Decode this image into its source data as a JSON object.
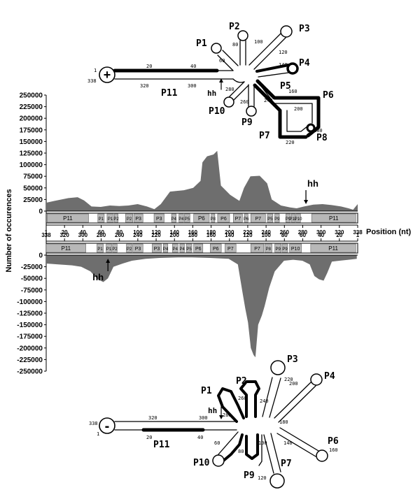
{
  "chart_data": {
    "type": "area",
    "ylabel": "Number of occurences",
    "xlabel": "Position (nt)",
    "ylim": [
      -250000,
      250000
    ],
    "yticks": [
      250000,
      225000,
      200000,
      175000,
      150000,
      125000,
      100000,
      75000,
      50000,
      25000,
      0,
      -25000,
      -50000,
      -75000,
      -100000,
      -125000,
      -150000,
      -175000,
      -200000,
      -225000,
      -250000
    ],
    "ytick_labels": [
      "250000",
      "225000",
      "200000",
      "175000",
      "150000",
      "125000",
      "100000",
      "75000",
      "50000",
      "25000",
      "0",
      "-25000",
      "-50000",
      "-75000",
      "-100000",
      "-125000",
      "-150000",
      "-175000",
      "-200000",
      "-225000",
      "-250000"
    ],
    "top_axis_ticks": [
      "1",
      "20",
      "40",
      "60",
      "80",
      "100",
      "120",
      "140",
      "160",
      "180",
      "200",
      "220",
      "240",
      "260",
      "280",
      "300",
      "320",
      "338"
    ],
    "bottom_axis_ticks": [
      "338",
      "320",
      "300",
      "280",
      "260",
      "240",
      "220",
      "200",
      "180",
      "160",
      "140",
      "120",
      "100",
      "80",
      "60",
      "40",
      "20",
      "1"
    ],
    "series": [
      {
        "values": [
          {
            "x": 1,
            "y": 18000
          },
          {
            "x": 10,
            "y": 22000
          },
          {
            "x": 25,
            "y": 28000
          },
          {
            "x": 35,
            "y": 30000
          },
          {
            "x": 42,
            "y": 23000
          },
          {
            "x": 50,
            "y": 10000
          },
          {
            "x": 60,
            "y": 9000
          },
          {
            "x": 70,
            "y": 12000
          },
          {
            "x": 80,
            "y": 11000
          },
          {
            "x": 90,
            "y": 12000
          },
          {
            "x": 100,
            "y": 15000
          },
          {
            "x": 110,
            "y": 10000
          },
          {
            "x": 118,
            "y": 4000
          },
          {
            "x": 125,
            "y": 15000
          },
          {
            "x": 135,
            "y": 42000
          },
          {
            "x": 150,
            "y": 45000
          },
          {
            "x": 160,
            "y": 50000
          },
          {
            "x": 168,
            "y": 65000
          },
          {
            "x": 170,
            "y": 105000
          },
          {
            "x": 175,
            "y": 118000
          },
          {
            "x": 182,
            "y": 122000
          },
          {
            "x": 186,
            "y": 130000
          },
          {
            "x": 190,
            "y": 55000
          },
          {
            "x": 200,
            "y": 35000
          },
          {
            "x": 210,
            "y": 22000
          },
          {
            "x": 215,
            "y": 50000
          },
          {
            "x": 222,
            "y": 75000
          },
          {
            "x": 232,
            "y": 76000
          },
          {
            "x": 240,
            "y": 60000
          },
          {
            "x": 245,
            "y": 25000
          },
          {
            "x": 255,
            "y": 12000
          },
          {
            "x": 265,
            "y": 8000
          },
          {
            "x": 272,
            "y": 6000
          },
          {
            "x": 280,
            "y": 10000
          },
          {
            "x": 290,
            "y": 14000
          },
          {
            "x": 300,
            "y": 15000
          },
          {
            "x": 310,
            "y": 13000
          },
          {
            "x": 320,
            "y": 10000
          },
          {
            "x": 328,
            "y": 6000
          },
          {
            "x": 333,
            "y": 3000
          },
          {
            "x": 338,
            "y": 15000
          }
        ]
      },
      {
        "values": [
          {
            "x": 338,
            "y": -18000
          },
          {
            "x": 325,
            "y": -20000
          },
          {
            "x": 310,
            "y": -22000
          },
          {
            "x": 300,
            "y": -25000
          },
          {
            "x": 290,
            "y": -35000
          },
          {
            "x": 282,
            "y": -52000
          },
          {
            "x": 276,
            "y": -58000
          },
          {
            "x": 271,
            "y": -50000
          },
          {
            "x": 265,
            "y": -25000
          },
          {
            "x": 255,
            "y": -18000
          },
          {
            "x": 245,
            "y": -12000
          },
          {
            "x": 230,
            "y": -8000
          },
          {
            "x": 215,
            "y": -6000
          },
          {
            "x": 195,
            "y": -5000
          },
          {
            "x": 180,
            "y": -5000
          },
          {
            "x": 160,
            "y": -6000
          },
          {
            "x": 140,
            "y": -8000
          },
          {
            "x": 130,
            "y": -20000
          },
          {
            "x": 125,
            "y": -80000
          },
          {
            "x": 122,
            "y": -115000
          },
          {
            "x": 119,
            "y": -145000
          },
          {
            "x": 116,
            "y": -200000
          },
          {
            "x": 113,
            "y": -215000
          },
          {
            "x": 111,
            "y": -220000
          },
          {
            "x": 108,
            "y": -150000
          },
          {
            "x": 104,
            "y": -130000
          },
          {
            "x": 101,
            "y": -110000
          },
          {
            "x": 96,
            "y": -70000
          },
          {
            "x": 90,
            "y": -35000
          },
          {
            "x": 80,
            "y": -12000
          },
          {
            "x": 70,
            "y": -10000
          },
          {
            "x": 60,
            "y": -12000
          },
          {
            "x": 52,
            "y": -20000
          },
          {
            "x": 47,
            "y": -45000
          },
          {
            "x": 42,
            "y": -52000
          },
          {
            "x": 37,
            "y": -55000
          },
          {
            "x": 33,
            "y": -38000
          },
          {
            "x": 28,
            "y": -14000
          },
          {
            "x": 20,
            "y": -12000
          },
          {
            "x": 10,
            "y": -10000
          },
          {
            "x": 1,
            "y": -8000
          }
        ]
      }
    ],
    "top_segments": [
      {
        "label": "P11",
        "start": 1,
        "end": 46
      },
      {
        "label": "P1",
        "start": 56,
        "end": 63
      },
      {
        "label": "P1",
        "start": 66,
        "end": 73
      },
      {
        "label": "P2",
        "start": 74,
        "end": 78
      },
      {
        "label": "P2",
        "start": 86,
        "end": 94
      },
      {
        "label": "P3",
        "start": 95,
        "end": 105
      },
      {
        "label": "P3",
        "start": 117,
        "end": 128
      },
      {
        "label": "P4",
        "start": 136,
        "end": 141
      },
      {
        "label": "P4",
        "start": 144,
        "end": 149
      },
      {
        "label": "P5",
        "start": 150,
        "end": 156
      },
      {
        "label": "P6",
        "start": 160,
        "end": 177
      },
      {
        "label": "P8",
        "start": 179,
        "end": 183
      },
      {
        "label": "P6",
        "start": 186,
        "end": 199
      },
      {
        "label": "P7",
        "start": 203,
        "end": 213
      },
      {
        "label": "P6",
        "start": 215,
        "end": 219
      },
      {
        "label": "P7",
        "start": 222,
        "end": 238
      },
      {
        "label": "P5",
        "start": 240,
        "end": 246
      },
      {
        "label": "P9",
        "start": 248,
        "end": 253
      },
      {
        "label": "P9",
        "start": 260,
        "end": 265
      },
      {
        "label": "P10",
        "start": 266,
        "end": 270
      },
      {
        "label": "P10",
        "start": 271,
        "end": 276
      },
      {
        "label": "P11",
        "start": 288,
        "end": 336
      }
    ],
    "bottom_segments": [
      {
        "label": "P11",
        "start": 0,
        "end": 43
      },
      {
        "label": "P1",
        "start": 55,
        "end": 62
      },
      {
        "label": "P1",
        "start": 65,
        "end": 71
      },
      {
        "label": "P2",
        "start": 72,
        "end": 77
      },
      {
        "label": "P2",
        "start": 87,
        "end": 93
      },
      {
        "label": "P3",
        "start": 94,
        "end": 105
      },
      {
        "label": "P3",
        "start": 115,
        "end": 125
      },
      {
        "label": "P4",
        "start": 127,
        "end": 132
      },
      {
        "label": "P4",
        "start": 137,
        "end": 143
      },
      {
        "label": "P4",
        "start": 145,
        "end": 150
      },
      {
        "label": "P5",
        "start": 152,
        "end": 158
      },
      {
        "label": "P6",
        "start": 160,
        "end": 170
      },
      {
        "label": "P6",
        "start": 178,
        "end": 190
      },
      {
        "label": "P7",
        "start": 194,
        "end": 206
      },
      {
        "label": "P7",
        "start": 222,
        "end": 236
      },
      {
        "label": "P8",
        "start": 237,
        "end": 245
      },
      {
        "label": "P9",
        "start": 248,
        "end": 255
      },
      {
        "label": "P9",
        "start": 256,
        "end": 262
      },
      {
        "label": "P10",
        "start": 264,
        "end": 277
      },
      {
        "label": "P11",
        "start": 287,
        "end": 336
      }
    ],
    "annotations": [
      {
        "text": "hh",
        "track": "top",
        "x": 282
      },
      {
        "text": "hh",
        "track": "bottom",
        "x": 271
      }
    ]
  },
  "structure_top": {
    "sign": "+",
    "numbers": [
      "1",
      "338",
      "20",
      "40",
      "320",
      "300",
      "60",
      "80",
      "100",
      "120",
      "140",
      "160",
      "180",
      "200",
      "220",
      "240",
      "260",
      "280"
    ],
    "labels": [
      "P1",
      "P2",
      "P3",
      "P4",
      "P5",
      "P6",
      "P7",
      "P8",
      "P9",
      "P10",
      "P11",
      "hh"
    ]
  },
  "structure_bottom": {
    "sign": "-",
    "numbers": [
      "338",
      "1",
      "320",
      "300",
      "280",
      "260",
      "240",
      "220",
      "200",
      "180",
      "160",
      "140",
      "120",
      "100",
      "80",
      "60",
      "20",
      "40"
    ],
    "labels": [
      "P1",
      "P2",
      "P3",
      "P4",
      "P6",
      "P7",
      "P9",
      "P10",
      "P11",
      "hh"
    ]
  }
}
